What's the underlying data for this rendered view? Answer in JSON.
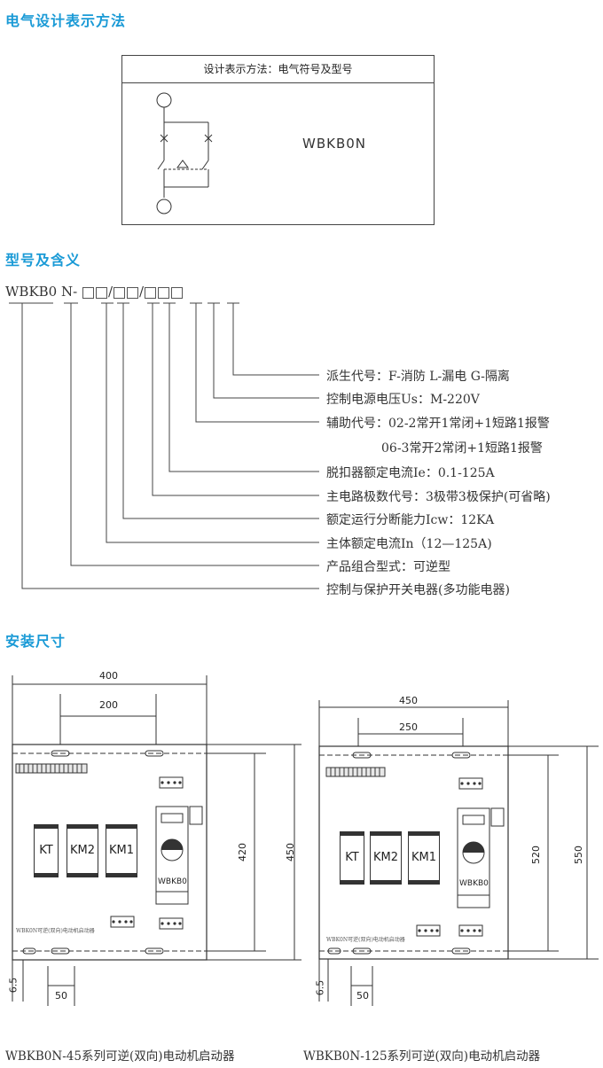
{
  "sections": {
    "symbol_title": "电气设计表示方法",
    "model_title": "型号及含义",
    "install_title": "安装尺寸"
  },
  "symbol_box": {
    "header": "设计表示方法：电气符号及型号",
    "model": "WBKB0N"
  },
  "model_code": {
    "prefix": "WBKB0",
    "n": "N",
    "dash": "-",
    "slash": "/"
  },
  "descriptions": [
    "派生代号：F-消防 L-漏电 G-隔离",
    "控制电源电压Us：M-220V",
    "辅助代号：02-2常开1常闭+1短路1报警",
    "06-3常开2常闭+1短路1报警",
    "脱扣器额定电流Ie：0.1-125A",
    "主电路极数代号：3极带3极保护(可省略)",
    "额定运行分断能力Icw：12KA",
    "主体额定电流In（12—125A)",
    "产品组合型式：可逆型",
    "控制与保护开关电器(多功能电器)"
  ],
  "drawing_left": {
    "width": "400",
    "inner_width": "200",
    "inner_height": "420",
    "height": "450",
    "offset": "6.5",
    "bottom": "50",
    "modules": [
      "KT",
      "KM2",
      "KM1"
    ],
    "device": "WBKB0",
    "plate_text": "WBK0N可逆(双向)电动机启动器",
    "caption": "WBKB0N-45系列可逆(双向)电动机启动器"
  },
  "drawing_right": {
    "width": "450",
    "inner_width": "250",
    "inner_height": "520",
    "height": "550",
    "offset": "6.5",
    "bottom": "50",
    "modules": [
      "KT",
      "KM2",
      "KM1"
    ],
    "device": "WBKB0",
    "plate_text": "WBK0N可逆(双向)电动机启动器",
    "caption": "WBKB0N-125系列可逆(双向)电动机启动器"
  }
}
